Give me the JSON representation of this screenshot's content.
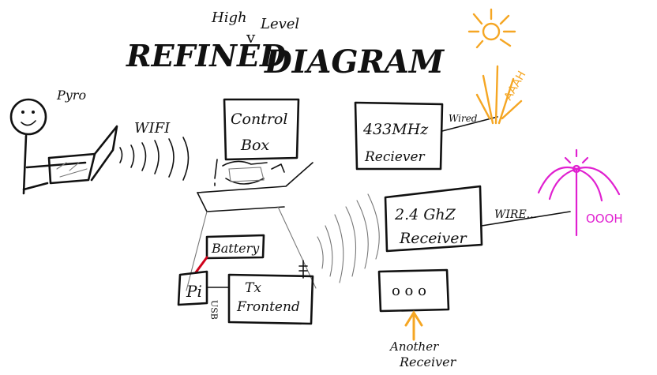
{
  "title": {
    "main_left": "REFINED",
    "main_right": "DIAGRAM",
    "insert_high": "High",
    "insert_level": "Level",
    "insert_caret": "v"
  },
  "person": {
    "label": "Pyro"
  },
  "wifi": {
    "label": "WIFI"
  },
  "control_box": {
    "line1": "Control",
    "line2": "Box"
  },
  "receiver_433": {
    "line1": "433MHz",
    "line2": "Reciever"
  },
  "receiver_24": {
    "line1": "2.4 GhZ",
    "line2": "Receiver"
  },
  "another_receiver": {
    "line1": "Another",
    "line2": "Receiver",
    "dots": "o o o"
  },
  "battery": {
    "label": "Battery"
  },
  "pi": {
    "label": "Pi"
  },
  "usb": {
    "label": "USB"
  },
  "tx_frontend": {
    "line1": "Tx",
    "line2": "Frontend"
  },
  "wire_433": {
    "label": "Wired"
  },
  "wire_24": {
    "label": "WIRE..."
  },
  "firework_orange": {
    "label": "AAAH",
    "color": "#f5a623"
  },
  "firework_pink": {
    "label": "OOOH",
    "color": "#e020d0"
  },
  "colors": {
    "ink": "#111111",
    "battery_wire": "#d0021b",
    "arrow": "#f5a623"
  }
}
